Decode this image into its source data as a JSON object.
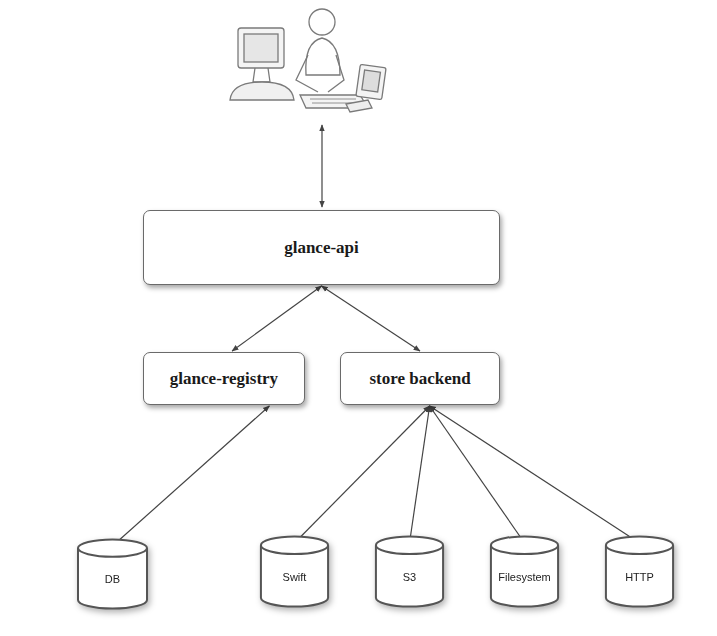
{
  "diagram": {
    "nodes": [
      {
        "text": [
          "glance-api"
        ]
      },
      {
        "text": [
          "glance-registry"
        ]
      },
      {
        "text": [
          "store backend"
        ]
      },
      {
        "text": [
          "DB"
        ]
      },
      {
        "text": [
          "Swift"
        ]
      },
      {
        "text": [
          "S3"
        ]
      },
      {
        "text": [
          "Filesystem"
        ]
      },
      {
        "text": [
          "HTTP"
        ]
      }
    ],
    "edges": [
      {
        "from": 0,
        "to": 1,
        "arrow": "both"
      },
      {
        "from": 0,
        "to": 2,
        "arrow": "both"
      },
      {
        "from": 1,
        "to": 3,
        "arrow": "both"
      },
      {
        "from": 2,
        "to": 4,
        "arrow": "both"
      },
      {
        "from": 2,
        "to": 5,
        "arrow": "both"
      },
      {
        "from": 2,
        "to": 6,
        "arrow": "both"
      },
      {
        "from": 2,
        "to": 7,
        "arrow": "both"
      }
    ]
  }
}
